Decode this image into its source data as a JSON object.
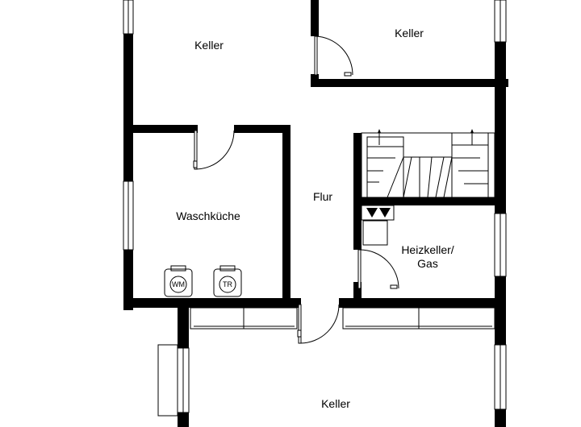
{
  "plan": {
    "rooms": [
      {
        "id": "keller-top-left",
        "label": "Keller"
      },
      {
        "id": "keller-top-right",
        "label": "Keller"
      },
      {
        "id": "waschkueche",
        "label": "Waschküche"
      },
      {
        "id": "flur",
        "label": "Flur"
      },
      {
        "id": "heizkeller",
        "label_line1": "Heizkeller/",
        "label_line2": "Gas"
      },
      {
        "id": "keller-bottom",
        "label": "Keller"
      }
    ],
    "appliances": [
      {
        "id": "washing-machine",
        "label": "WM"
      },
      {
        "id": "dryer",
        "label": "TR"
      }
    ],
    "colors": {
      "wall": "#000000",
      "background": "#ffffff"
    }
  }
}
